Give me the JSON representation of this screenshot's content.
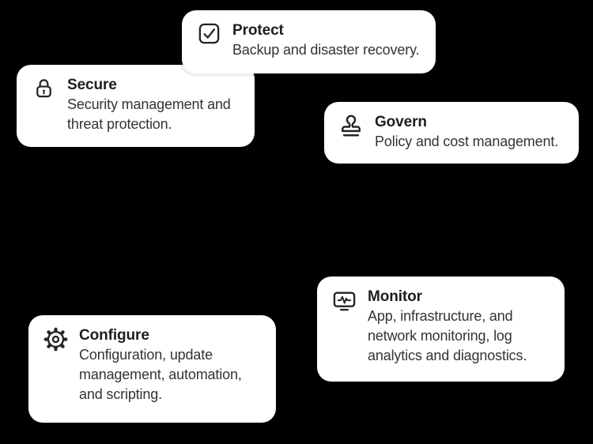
{
  "colors": {
    "background": "#000000",
    "card_fill": "#ffffff",
    "title_text": "#1e1e1e",
    "description_text": "#333333",
    "icon_stroke": "#242424"
  },
  "cards": [
    {
      "id": "protect",
      "icon": "checkmark-box-icon",
      "title": "Protect",
      "description": "Backup and disaster recovery."
    },
    {
      "id": "secure",
      "icon": "lock-icon",
      "title": "Secure",
      "description": "Security management and\nthreat protection."
    },
    {
      "id": "govern",
      "icon": "stamp-icon",
      "title": "Govern",
      "description": "Policy and cost management."
    },
    {
      "id": "monitor",
      "icon": "monitor-pulse-icon",
      "title": "Monitor",
      "description": "App, infrastructure, and\nnetwork monitoring, log\nanalytics and diagnostics."
    },
    {
      "id": "configure",
      "icon": "gear-icon",
      "title": "Configure",
      "description": "Configuration, update\nmanagement, automation,\nand scripting."
    }
  ]
}
